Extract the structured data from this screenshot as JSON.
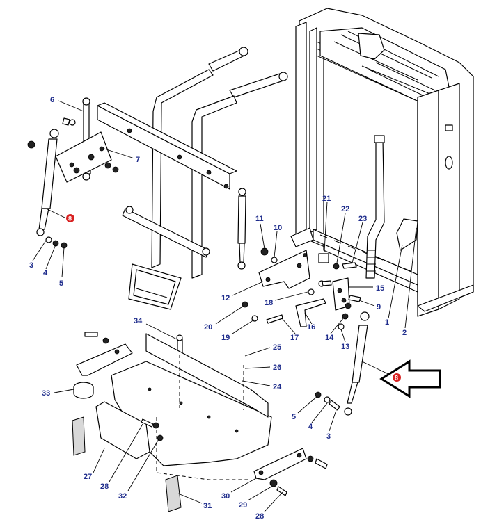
{
  "callouts": [
    {
      "id": "6",
      "text": "6"
    },
    {
      "id": "7",
      "text": "7"
    },
    {
      "id": "8a",
      "text": "8"
    },
    {
      "id": "3a",
      "text": "3"
    },
    {
      "id": "4a",
      "text": "4"
    },
    {
      "id": "5a",
      "text": "5"
    },
    {
      "id": "11",
      "text": "11"
    },
    {
      "id": "10",
      "text": "10"
    },
    {
      "id": "12",
      "text": "12"
    },
    {
      "id": "18",
      "text": "18"
    },
    {
      "id": "20",
      "text": "20"
    },
    {
      "id": "19",
      "text": "19"
    },
    {
      "id": "17",
      "text": "17"
    },
    {
      "id": "16",
      "text": "16"
    },
    {
      "id": "14",
      "text": "14"
    },
    {
      "id": "13",
      "text": "13"
    },
    {
      "id": "15",
      "text": "15"
    },
    {
      "id": "9",
      "text": "9"
    },
    {
      "id": "21",
      "text": "21"
    },
    {
      "id": "22",
      "text": "22"
    },
    {
      "id": "23",
      "text": "23"
    },
    {
      "id": "1",
      "text": "1"
    },
    {
      "id": "2",
      "text": "2"
    },
    {
      "id": "8b",
      "text": "8"
    },
    {
      "id": "5b",
      "text": "5"
    },
    {
      "id": "4b",
      "text": "4"
    },
    {
      "id": "3b",
      "text": "3"
    },
    {
      "id": "34",
      "text": "34"
    },
    {
      "id": "25",
      "text": "25"
    },
    {
      "id": "26",
      "text": "26"
    },
    {
      "id": "24",
      "text": "24"
    },
    {
      "id": "33",
      "text": "33"
    },
    {
      "id": "27",
      "text": "27"
    },
    {
      "id": "28a",
      "text": "28"
    },
    {
      "id": "32",
      "text": "32"
    },
    {
      "id": "31",
      "text": "31"
    },
    {
      "id": "30",
      "text": "30"
    },
    {
      "id": "29",
      "text": "29"
    },
    {
      "id": "28b",
      "text": "28"
    }
  ],
  "colors": {
    "callout_text": "#1f2d8c",
    "highlight_marker": "#d82020",
    "line_art": "#000000"
  },
  "icons": [
    "pointer-arrow-icon"
  ]
}
